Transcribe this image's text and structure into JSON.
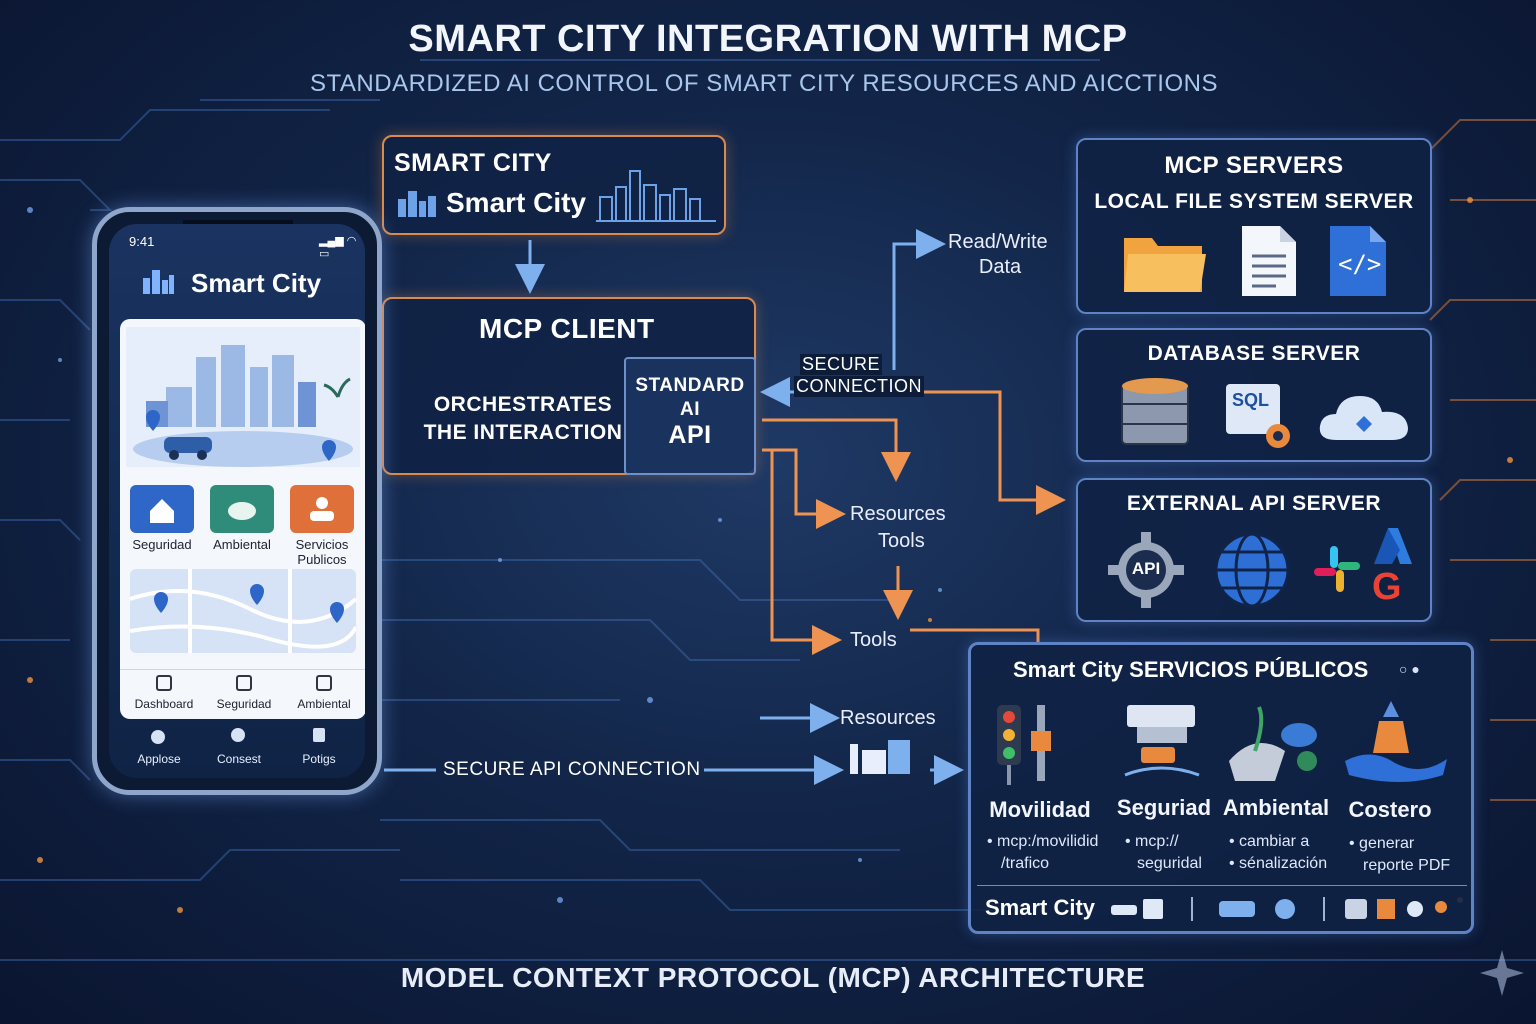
{
  "header": {
    "title": "SMART CITY INTEGRATION WITH MCP",
    "subtitle": "STANDARDIZED AI CONTROL OF SMART CITY RESOURCES AND AICCTIONS"
  },
  "footer": {
    "caption": "MODEL CONTEXT PROTOCOL (MCP) ARCHITECTURE"
  },
  "smart_city_box": {
    "title": "SMART CITY",
    "subtitle": "Smart City"
  },
  "mcp_client": {
    "title": "MCP CLIENT",
    "description_line1": "ORCHESTRATES",
    "description_line2": "THE INTERACTION",
    "api_line1": "STANDARD",
    "api_line2": "AI",
    "api_line3": "API"
  },
  "phone": {
    "time": "9:41",
    "app_title": "Smart City",
    "tiles": [
      "Seguridad",
      "Ambiental",
      "Servicios",
      "Publicos"
    ],
    "nav_top": [
      "Dashboard",
      "Seguridad",
      "Ambiental"
    ],
    "nav_bottom": [
      "Applose",
      "Consest",
      "Potigs"
    ]
  },
  "flows": {
    "read_write_line1": "Read/Write",
    "read_write_line2": "Data",
    "secure_line1": "SECURE",
    "secure_line2": "CONNECTION",
    "resources_tools_line1": "Resources",
    "resources_tools_line2": "Tools",
    "tools": "Tools",
    "resources": "Resources",
    "secure_api": "SECURE API CONNECTION"
  },
  "mcp_servers": {
    "title": "MCP SERVERS",
    "subtitle": "LOCAL FILE SYSTEM SERVER",
    "code_glyph": "</>"
  },
  "database_server": {
    "title": "DATABASE SERVER",
    "sql_label": "SQL"
  },
  "external_api_server": {
    "title": "EXTERNAL API SERVER",
    "api_label": "API",
    "google_glyph": "G"
  },
  "services": {
    "title": "Smart City SERVICIOS PÚBLICOS",
    "items": [
      {
        "name": "Movilidad",
        "desc1": "• mcp:/movilidid",
        "desc2": "/trafico"
      },
      {
        "name": "Seguriad",
        "desc1": "• mcp://",
        "desc2": "seguridal"
      },
      {
        "name": "Ambiental",
        "desc1": "• cambiar a",
        "desc2": "• sénalización"
      },
      {
        "name": "Costero",
        "desc1": "• generar",
        "desc2": "reporte PDF"
      }
    ],
    "footer_label": "Smart City"
  },
  "colors": {
    "accent_blue": "#5f83c4",
    "accent_orange": "#e8894a",
    "arrow_blue": "#7fb0ee"
  }
}
